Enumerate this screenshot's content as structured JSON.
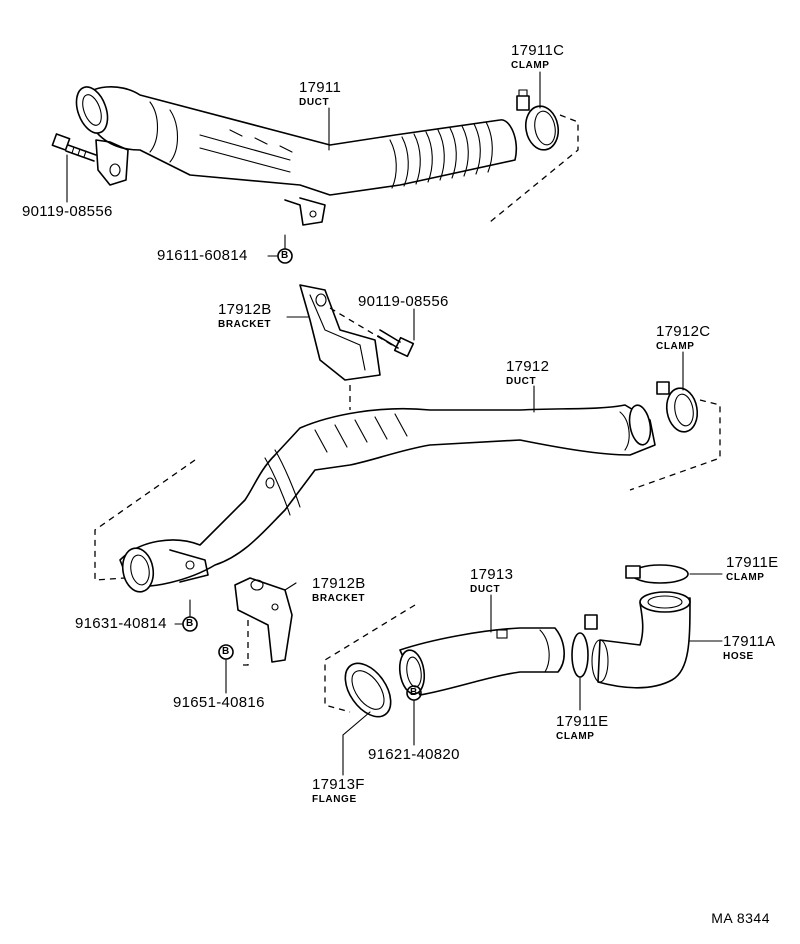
{
  "diagram_code": "MA 8344",
  "callouts": [
    {
      "id": "duct_17911",
      "part_no": "17911",
      "name": "DUCT"
    },
    {
      "id": "clamp_17911c",
      "part_no": "17911C",
      "name": "CLAMP"
    },
    {
      "id": "bolt_90119_top",
      "part_no": "90119-08556",
      "name": ""
    },
    {
      "id": "bolt_91611",
      "part_no": "91611-60814",
      "name": "",
      "marker": "B"
    },
    {
      "id": "bracket_17912b_top",
      "part_no": "17912B",
      "name": "BRACKET"
    },
    {
      "id": "bolt_90119_mid",
      "part_no": "90119-08556",
      "name": ""
    },
    {
      "id": "clamp_17912c",
      "part_no": "17912C",
      "name": "CLAMP"
    },
    {
      "id": "duct_17912",
      "part_no": "17912",
      "name": "DUCT"
    },
    {
      "id": "bolt_91631",
      "part_no": "91631-40814",
      "name": "",
      "marker": "B"
    },
    {
      "id": "bracket_17912b_low",
      "part_no": "17912B",
      "name": "BRACKET"
    },
    {
      "id": "bolt_91651",
      "part_no": "91651-40816",
      "name": "",
      "marker": "B"
    },
    {
      "id": "duct_17913",
      "part_no": "17913",
      "name": "DUCT"
    },
    {
      "id": "clamp_17911e_top",
      "part_no": "17911E",
      "name": "CLAMP"
    },
    {
      "id": "hose_17911a",
      "part_no": "17911A",
      "name": "HOSE"
    },
    {
      "id": "clamp_17911e_low",
      "part_no": "17911E",
      "name": "CLAMP"
    },
    {
      "id": "bolt_91621",
      "part_no": "91621-40820",
      "name": "",
      "marker": "B"
    },
    {
      "id": "flange_17913f",
      "part_no": "17913F",
      "name": "FLANGE"
    }
  ]
}
